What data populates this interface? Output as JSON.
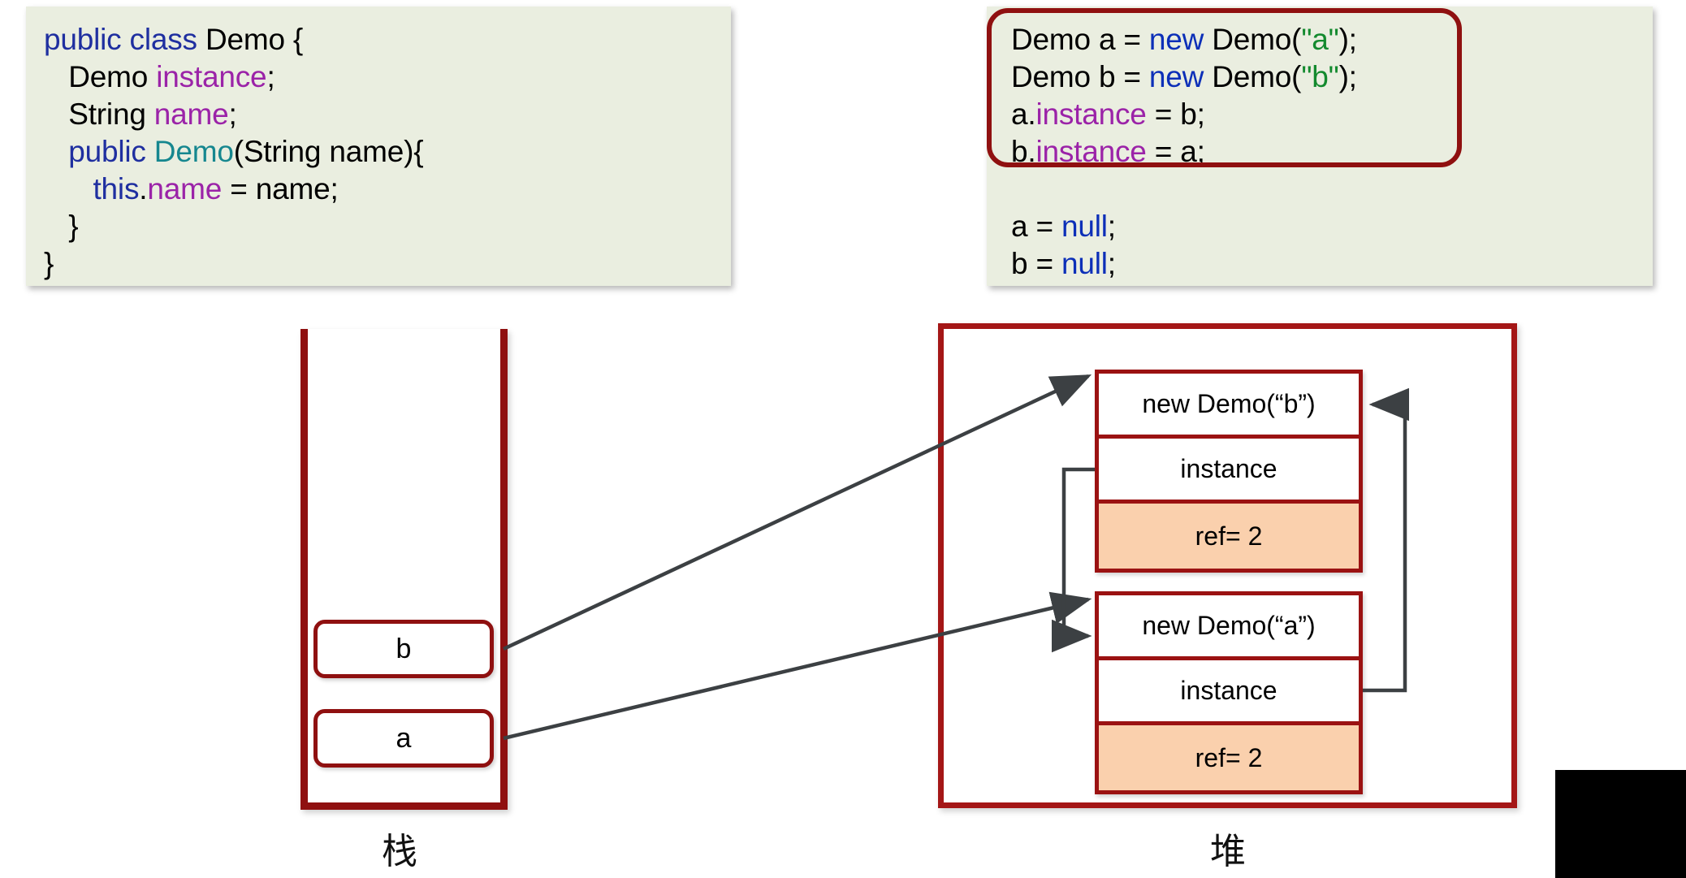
{
  "code_left": {
    "lines": [
      [
        {
          "t": "public class ",
          "c": "kw"
        },
        {
          "t": "Demo {",
          "c": "plain"
        }
      ],
      [
        {
          "t": "   Demo ",
          "c": "plain"
        },
        {
          "t": "instance",
          "c": "field"
        },
        {
          "t": ";",
          "c": "plain"
        }
      ],
      [
        {
          "t": "   String ",
          "c": "plain"
        },
        {
          "t": "name",
          "c": "field"
        },
        {
          "t": ";",
          "c": "plain"
        }
      ],
      [
        {
          "t": "   public ",
          "c": "kw"
        },
        {
          "t": "Demo",
          "c": "type"
        },
        {
          "t": "(String name){",
          "c": "plain"
        }
      ],
      [
        {
          "t": "      this",
          "c": "kw"
        },
        {
          "t": ".",
          "c": "plain"
        },
        {
          "t": "name",
          "c": "field"
        },
        {
          "t": " = name;",
          "c": "plain"
        }
      ],
      [
        {
          "t": "   }",
          "c": "plain"
        }
      ],
      [
        {
          "t": "}",
          "c": "plain"
        }
      ]
    ]
  },
  "code_right": {
    "lines": [
      [
        {
          "t": "Demo a = ",
          "c": "plain"
        },
        {
          "t": "new",
          "c": "kw2"
        },
        {
          "t": " Demo(",
          "c": "plain"
        },
        {
          "t": "\"a\"",
          "c": "str"
        },
        {
          "t": ");",
          "c": "plain"
        }
      ],
      [
        {
          "t": "Demo b = ",
          "c": "plain"
        },
        {
          "t": "new",
          "c": "kw2"
        },
        {
          "t": " Demo(",
          "c": "plain"
        },
        {
          "t": "\"b\"",
          "c": "str"
        },
        {
          "t": ");",
          "c": "plain"
        }
      ],
      [
        {
          "t": "a.",
          "c": "plain"
        },
        {
          "t": "instance",
          "c": "field"
        },
        {
          "t": " = b;",
          "c": "plain"
        }
      ],
      [
        {
          "t": "b.",
          "c": "plain"
        },
        {
          "t": "instance",
          "c": "field"
        },
        {
          "t": " = a;",
          "c": "plain"
        }
      ],
      [
        {
          "t": " ",
          "c": "plain"
        }
      ],
      [
        {
          "t": "a = ",
          "c": "plain"
        },
        {
          "t": "null",
          "c": "kw2"
        },
        {
          "t": ";",
          "c": "plain"
        }
      ],
      [
        {
          "t": "b = ",
          "c": "plain"
        },
        {
          "t": "null",
          "c": "kw2"
        },
        {
          "t": ";",
          "c": "plain"
        }
      ]
    ]
  },
  "stack": {
    "label": "栈",
    "variables": [
      {
        "name": "b"
      },
      {
        "name": "a"
      }
    ]
  },
  "heap": {
    "label": "堆",
    "objects": [
      {
        "rows": [
          {
            "text": "new Demo(“b”)",
            "kind": "title"
          },
          {
            "text": "instance",
            "kind": "field"
          },
          {
            "text": "ref= 2",
            "kind": "ref"
          }
        ]
      },
      {
        "rows": [
          {
            "text": "new Demo(“a”)",
            "kind": "title"
          },
          {
            "text": "instance",
            "kind": "field"
          },
          {
            "text": "ref= 2",
            "kind": "ref"
          }
        ]
      }
    ]
  },
  "colors": {
    "code_background": "#eaeee0",
    "border_red": "#8f1010",
    "heap_border_red": "#a41616",
    "ref_highlight": "#fad0ad",
    "arrow_gray": "#3c4043",
    "keyword_blue": "#1f2fa0",
    "field_purple": "#9b23a8",
    "type_teal": "#16878f",
    "string_green": "#138a2e",
    "black_block": "#000000"
  }
}
